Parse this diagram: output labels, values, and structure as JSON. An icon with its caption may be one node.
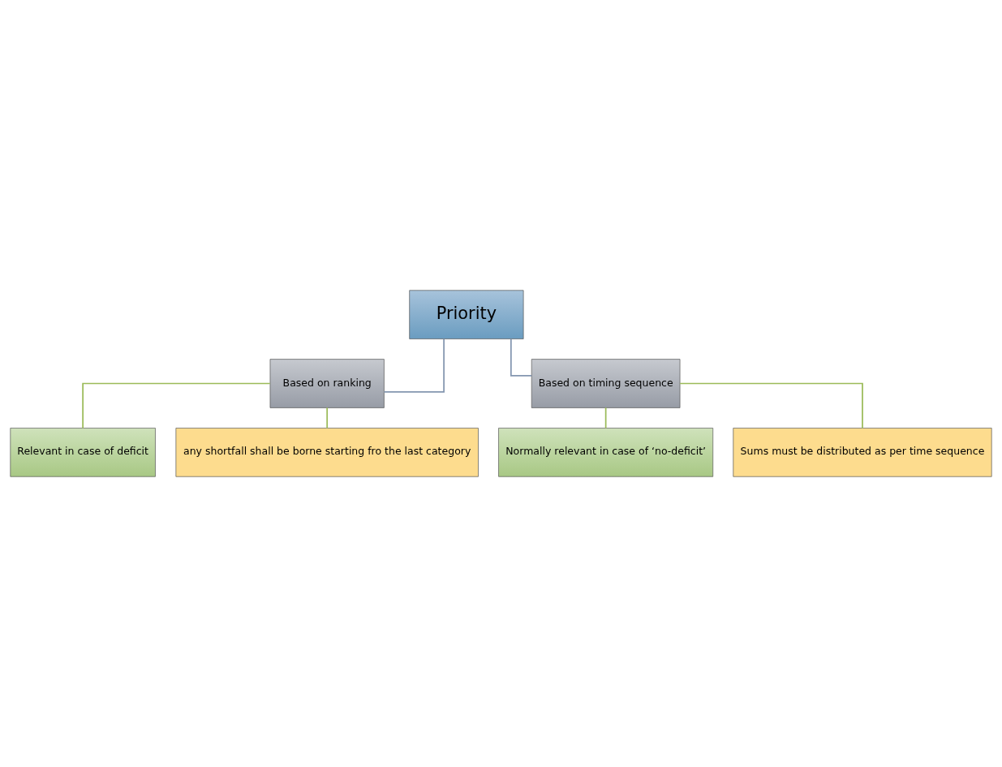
{
  "diagram": {
    "nodes": [
      {
        "text": [
          "Priority"
        ]
      },
      {
        "text": [
          "Based on ranking"
        ]
      },
      {
        "text": [
          "Based on timing sequence"
        ]
      },
      {
        "text": [
          "Relevant in case of deficit"
        ]
      },
      {
        "text": [
          "Normally relevant in case of ‘no-deficit’"
        ]
      },
      {
        "text": [
          "any shortfall shall be borne starting fro the last category"
        ]
      },
      {
        "text": [
          "Sums must be distributed as per time sequence"
        ]
      }
    ],
    "edges": [
      {
        "from": 0,
        "to": 1,
        "arrow": "none",
        "color": "#8496b0"
      },
      {
        "from": 0,
        "to": 2,
        "arrow": "none",
        "color": "#8496b0"
      },
      {
        "from": 1,
        "to": 3,
        "arrow": "none"
      },
      {
        "from": 1,
        "to": 5,
        "arrow": "none"
      },
      {
        "from": 2,
        "to": 4,
        "arrow": "none"
      },
      {
        "from": 2,
        "to": 6,
        "arrow": "none"
      }
    ]
  }
}
